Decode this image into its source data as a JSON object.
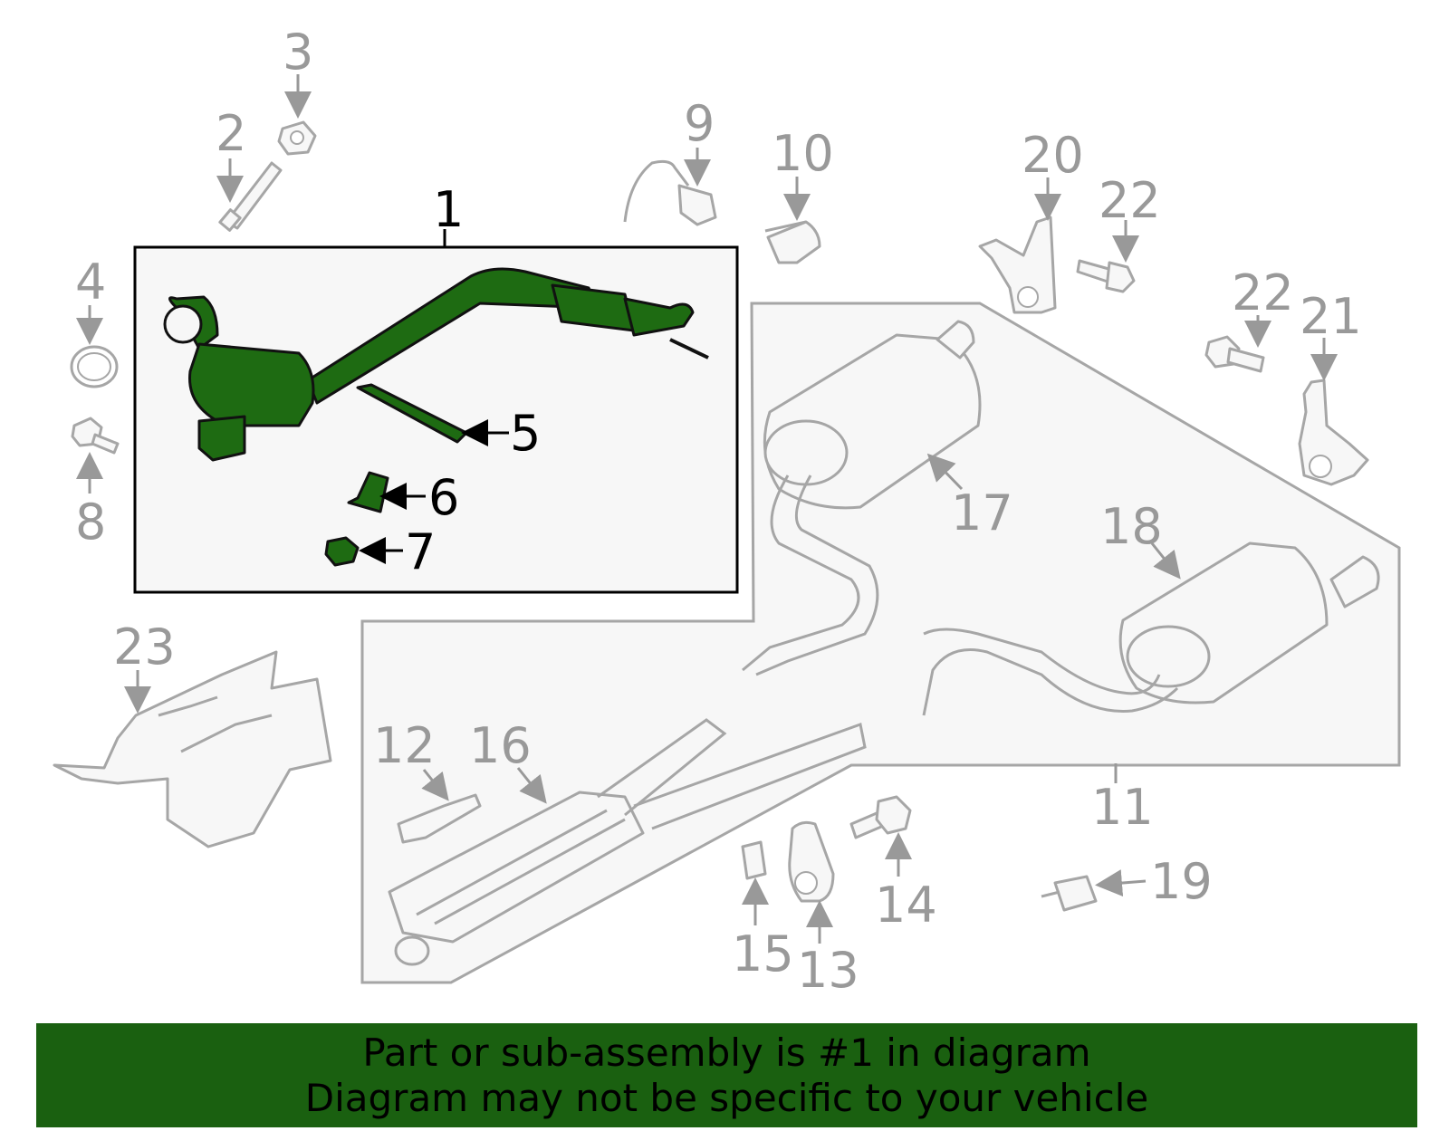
{
  "colors": {
    "highlight_part": "#1e6b12",
    "gray_parts": "#a6a6a6",
    "callout_gray": "#999999",
    "banner_bg": "#1a6010"
  },
  "callouts": {
    "c1": "1",
    "c2": "2",
    "c3": "3",
    "c4": "4",
    "c5": "5",
    "c6": "6",
    "c7": "7",
    "c8": "8",
    "c9": "9",
    "c10": "10",
    "c11": "11",
    "c12": "12",
    "c13": "13",
    "c14": "14",
    "c15": "15",
    "c16": "16",
    "c17": "17",
    "c18": "18",
    "c19": "19",
    "c20": "20",
    "c21": "21",
    "c22a": "22",
    "c22b": "22",
    "c23": "23"
  },
  "banner": {
    "line1": "Part or sub-assembly is #1 in diagram",
    "line2": "Diagram may not be specific to your vehicle"
  }
}
